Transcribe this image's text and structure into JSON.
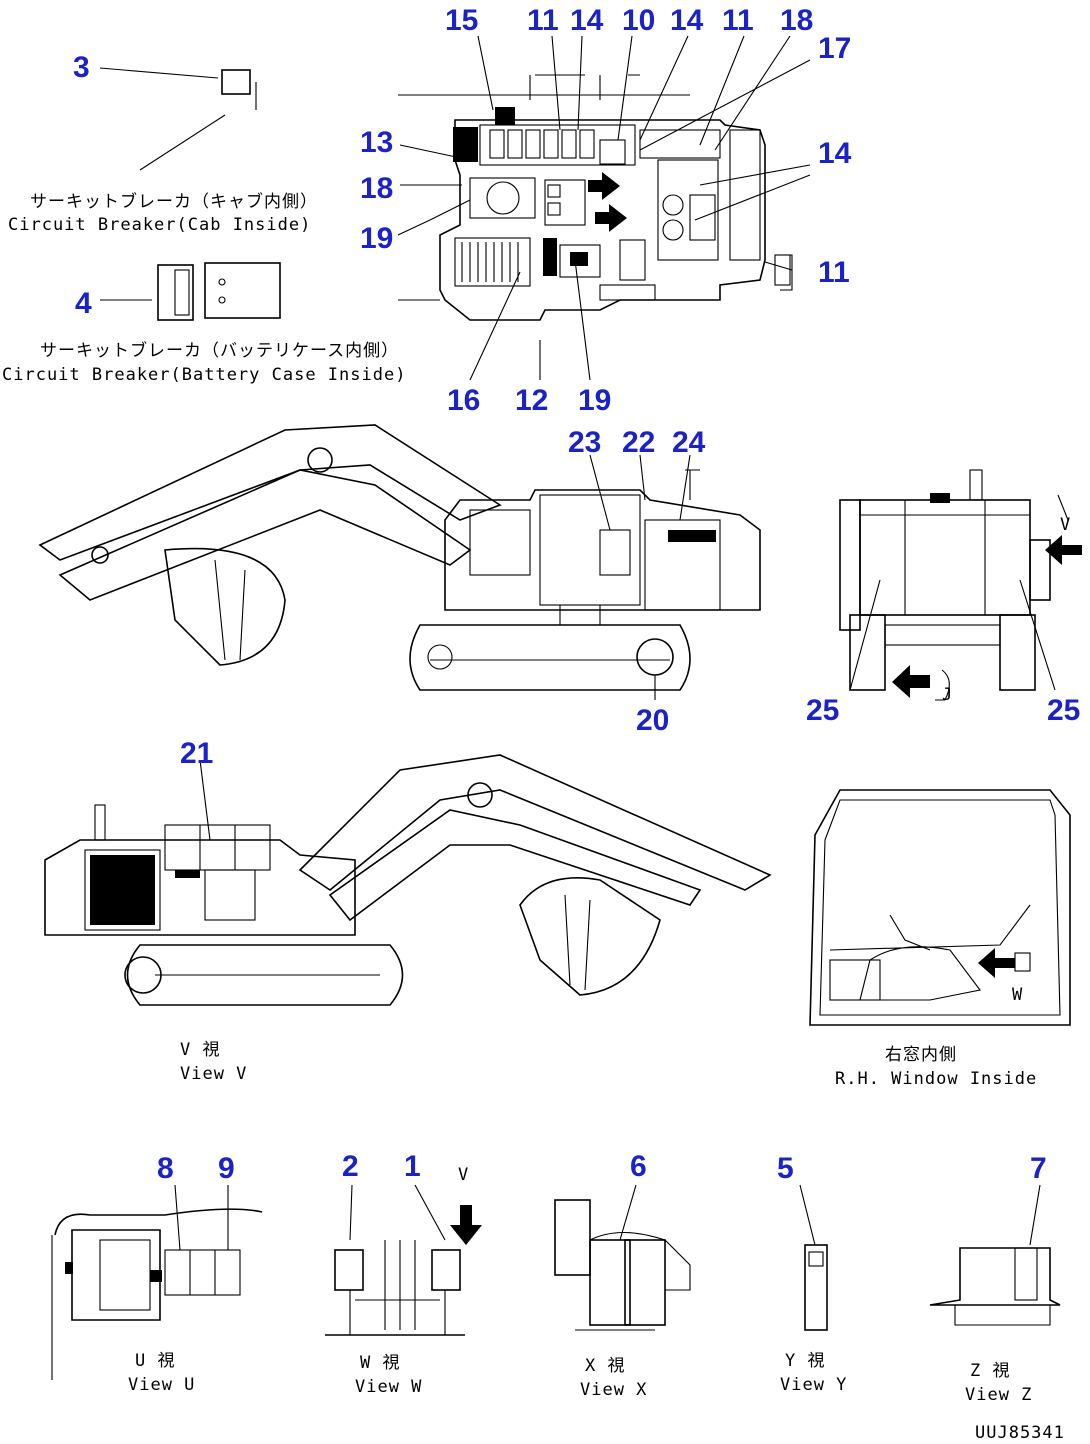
{
  "callouts": {
    "top": [
      "15",
      "11",
      "14",
      "10",
      "14",
      "11",
      "18",
      "17",
      "13",
      "18",
      "19",
      "14",
      "11",
      "16",
      "12",
      "19",
      "3",
      "4"
    ],
    "main": [
      "23",
      "22",
      "24",
      "20",
      "25",
      "25",
      "21"
    ],
    "bottom": [
      "8",
      "9",
      "2",
      "1",
      "6",
      "5",
      "7"
    ]
  },
  "captions": {
    "cab_jp": "サーキットブレーカ（キャブ内側）",
    "cab_en": "Circuit Breaker(Cab Inside)",
    "batt_jp": "サーキットブレーカ（バッテリケース内側）",
    "batt_en": "Circuit Breaker(Battery Case Inside)",
    "viewv_jp": "V 視",
    "viewv_en": "View V",
    "window_jp": "右窓内側",
    "window_en": "R.H. Window Inside",
    "viewu_jp": "U 視",
    "viewu_en": "View U",
    "vieww_jp": "W 視",
    "vieww_en": "View W",
    "viewx_jp": "X 視",
    "viewx_en": "View X",
    "viewy_jp": "Y 視",
    "viewy_en": "View Y",
    "viewz_jp": "Z 視",
    "viewz_en": "View Z",
    "drawing_no": "UUJ85341",
    "letter_v": "V",
    "letter_j": "J",
    "letter_w": "W",
    "letter_v2": "V"
  },
  "colors": {
    "callout": "#1a22c8",
    "line": "#000000"
  }
}
